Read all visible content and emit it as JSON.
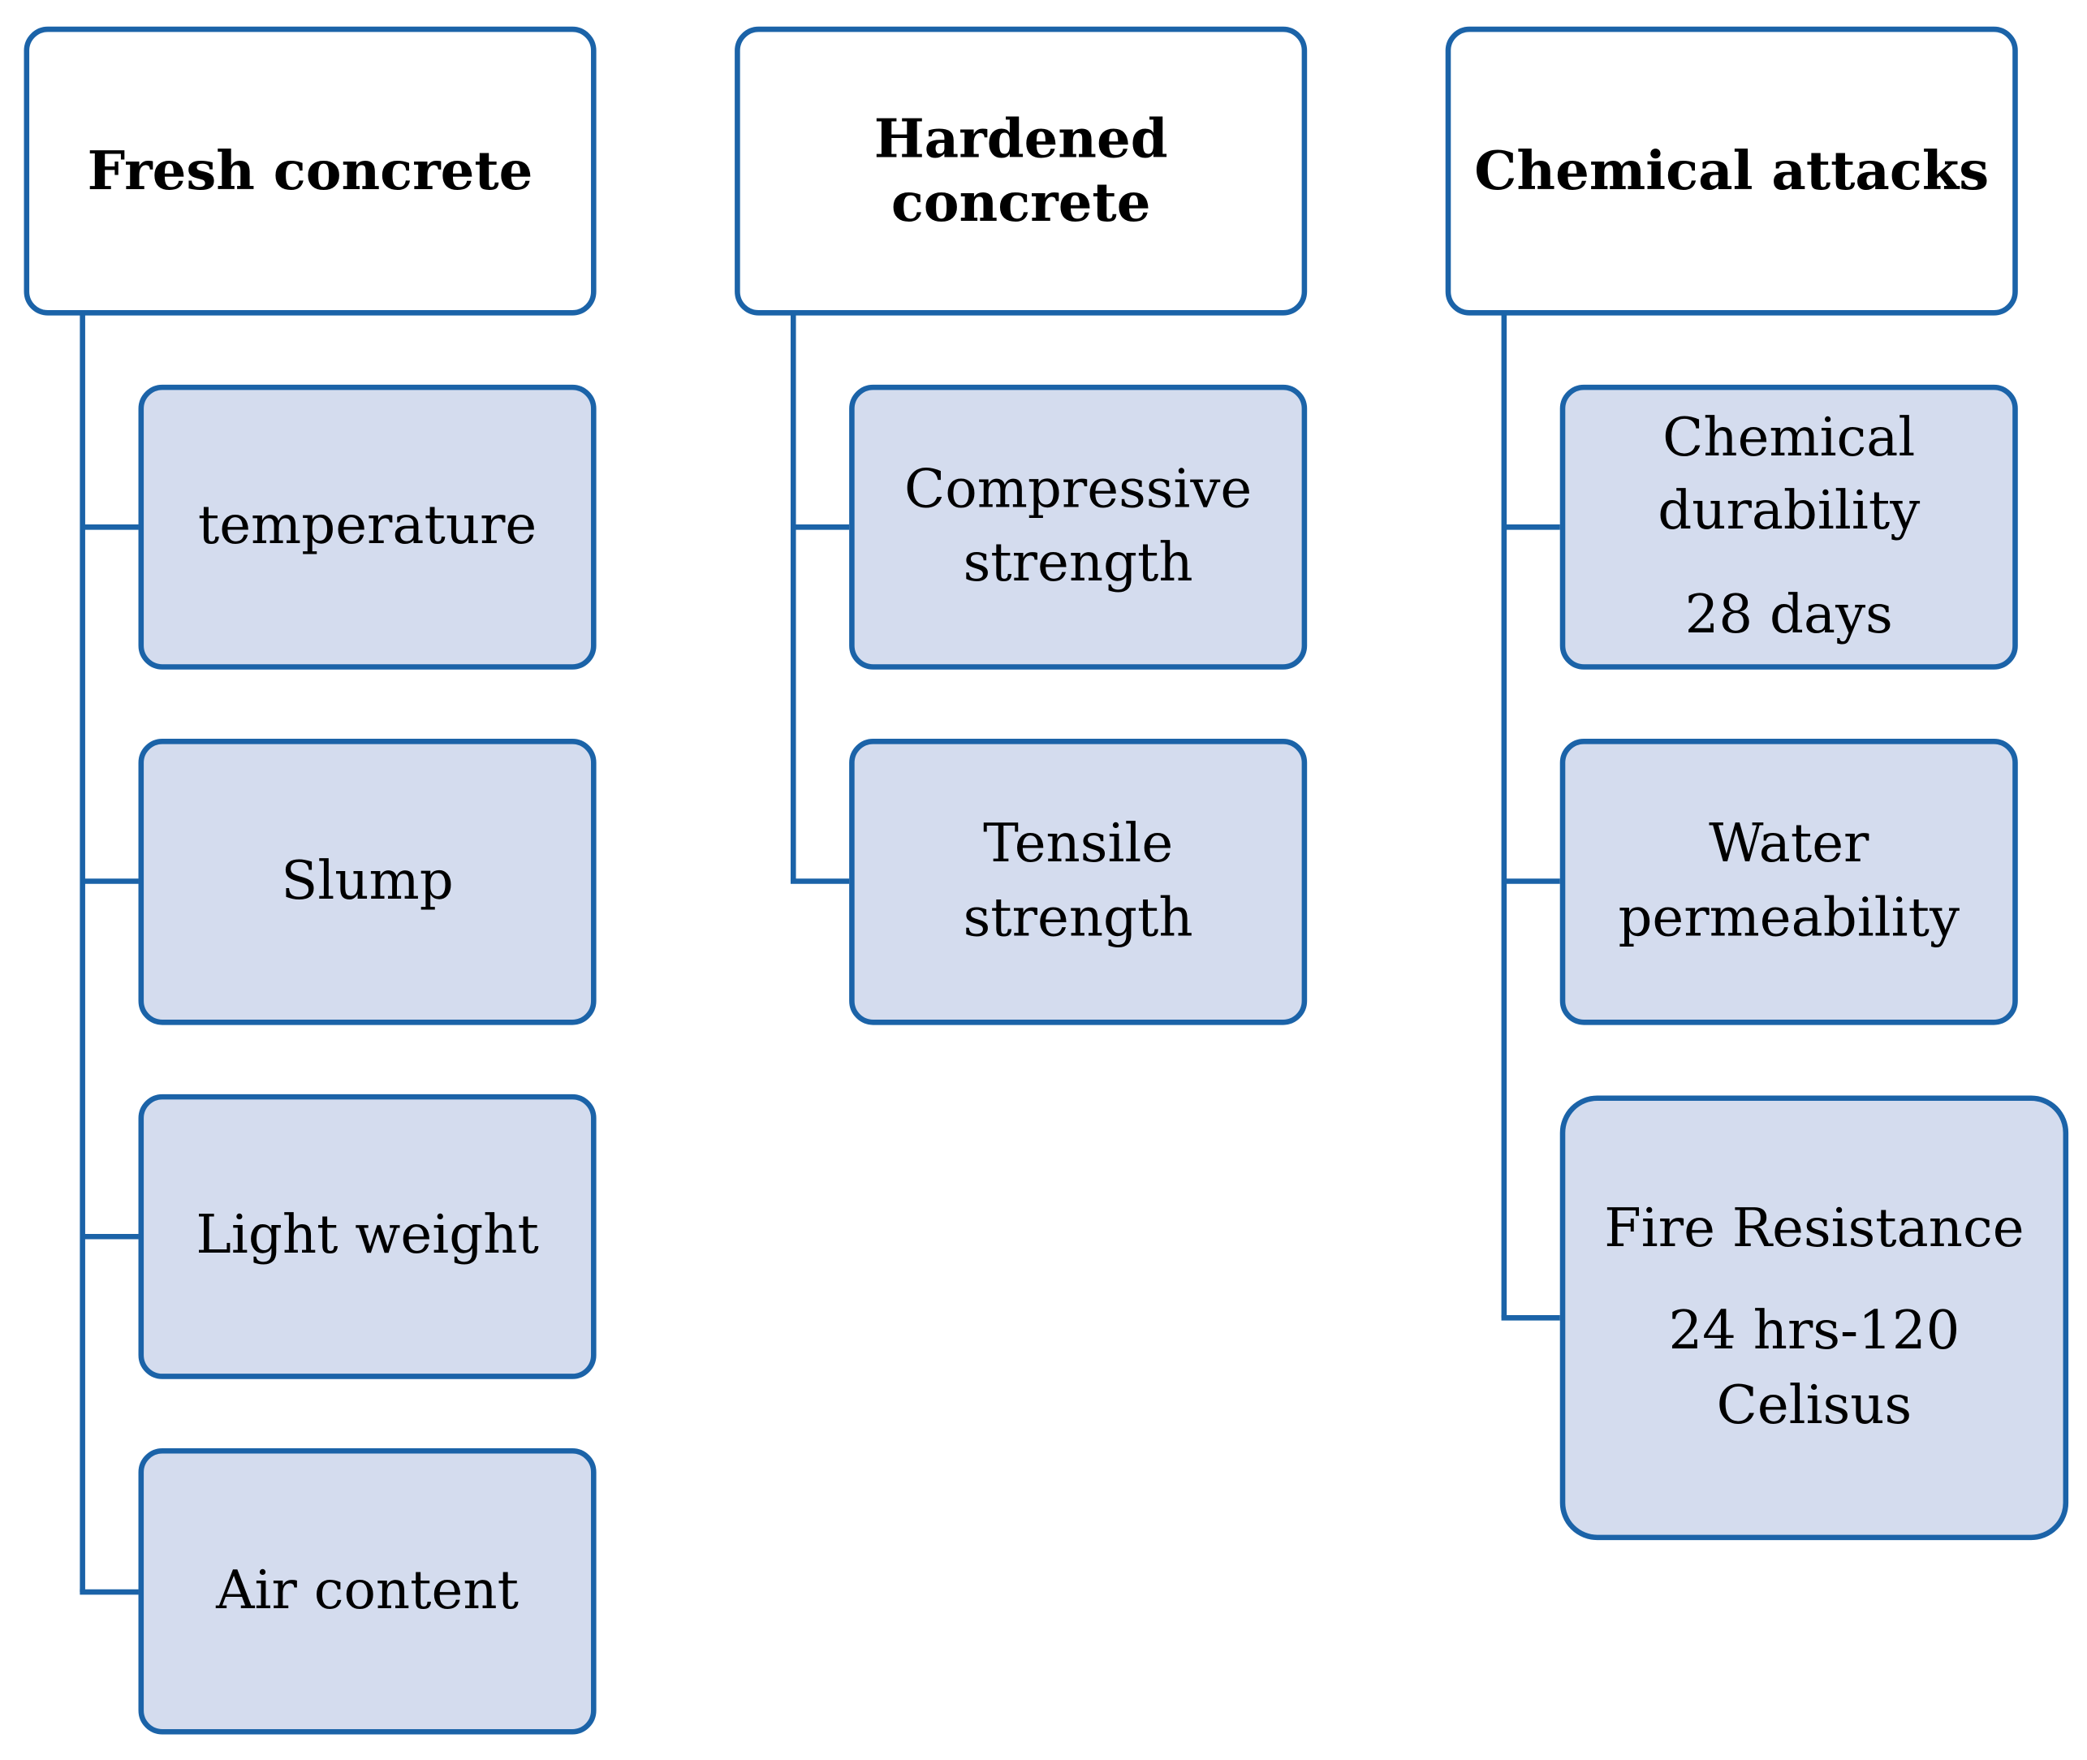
{
  "colors": {
    "accent": "#1b63a8",
    "item_fill": "#d4dcee",
    "header_fill": "#ffffff"
  },
  "columns": [
    {
      "header": "Fresh concrete",
      "items": [
        {
          "lines": [
            "temperature"
          ]
        },
        {
          "lines": [
            "Slump"
          ]
        },
        {
          "lines": [
            "Light weight"
          ]
        },
        {
          "lines": [
            "Air content"
          ]
        }
      ]
    },
    {
      "header": "Hardened concrete",
      "items": [
        {
          "lines": [
            "Compressive",
            "strength"
          ]
        },
        {
          "lines": [
            "Tensile",
            "strength"
          ]
        }
      ]
    },
    {
      "header": "Chemical attacks",
      "items": [
        {
          "lines": [
            "Chemical",
            "durability"
          ],
          "sub": [
            "28 days"
          ]
        },
        {
          "lines": [
            "Water",
            "permeability"
          ]
        },
        {
          "lines": [
            "Fire Resistance"
          ],
          "sub": [
            "24 hrs-120",
            "Celisus"
          ]
        }
      ]
    }
  ]
}
